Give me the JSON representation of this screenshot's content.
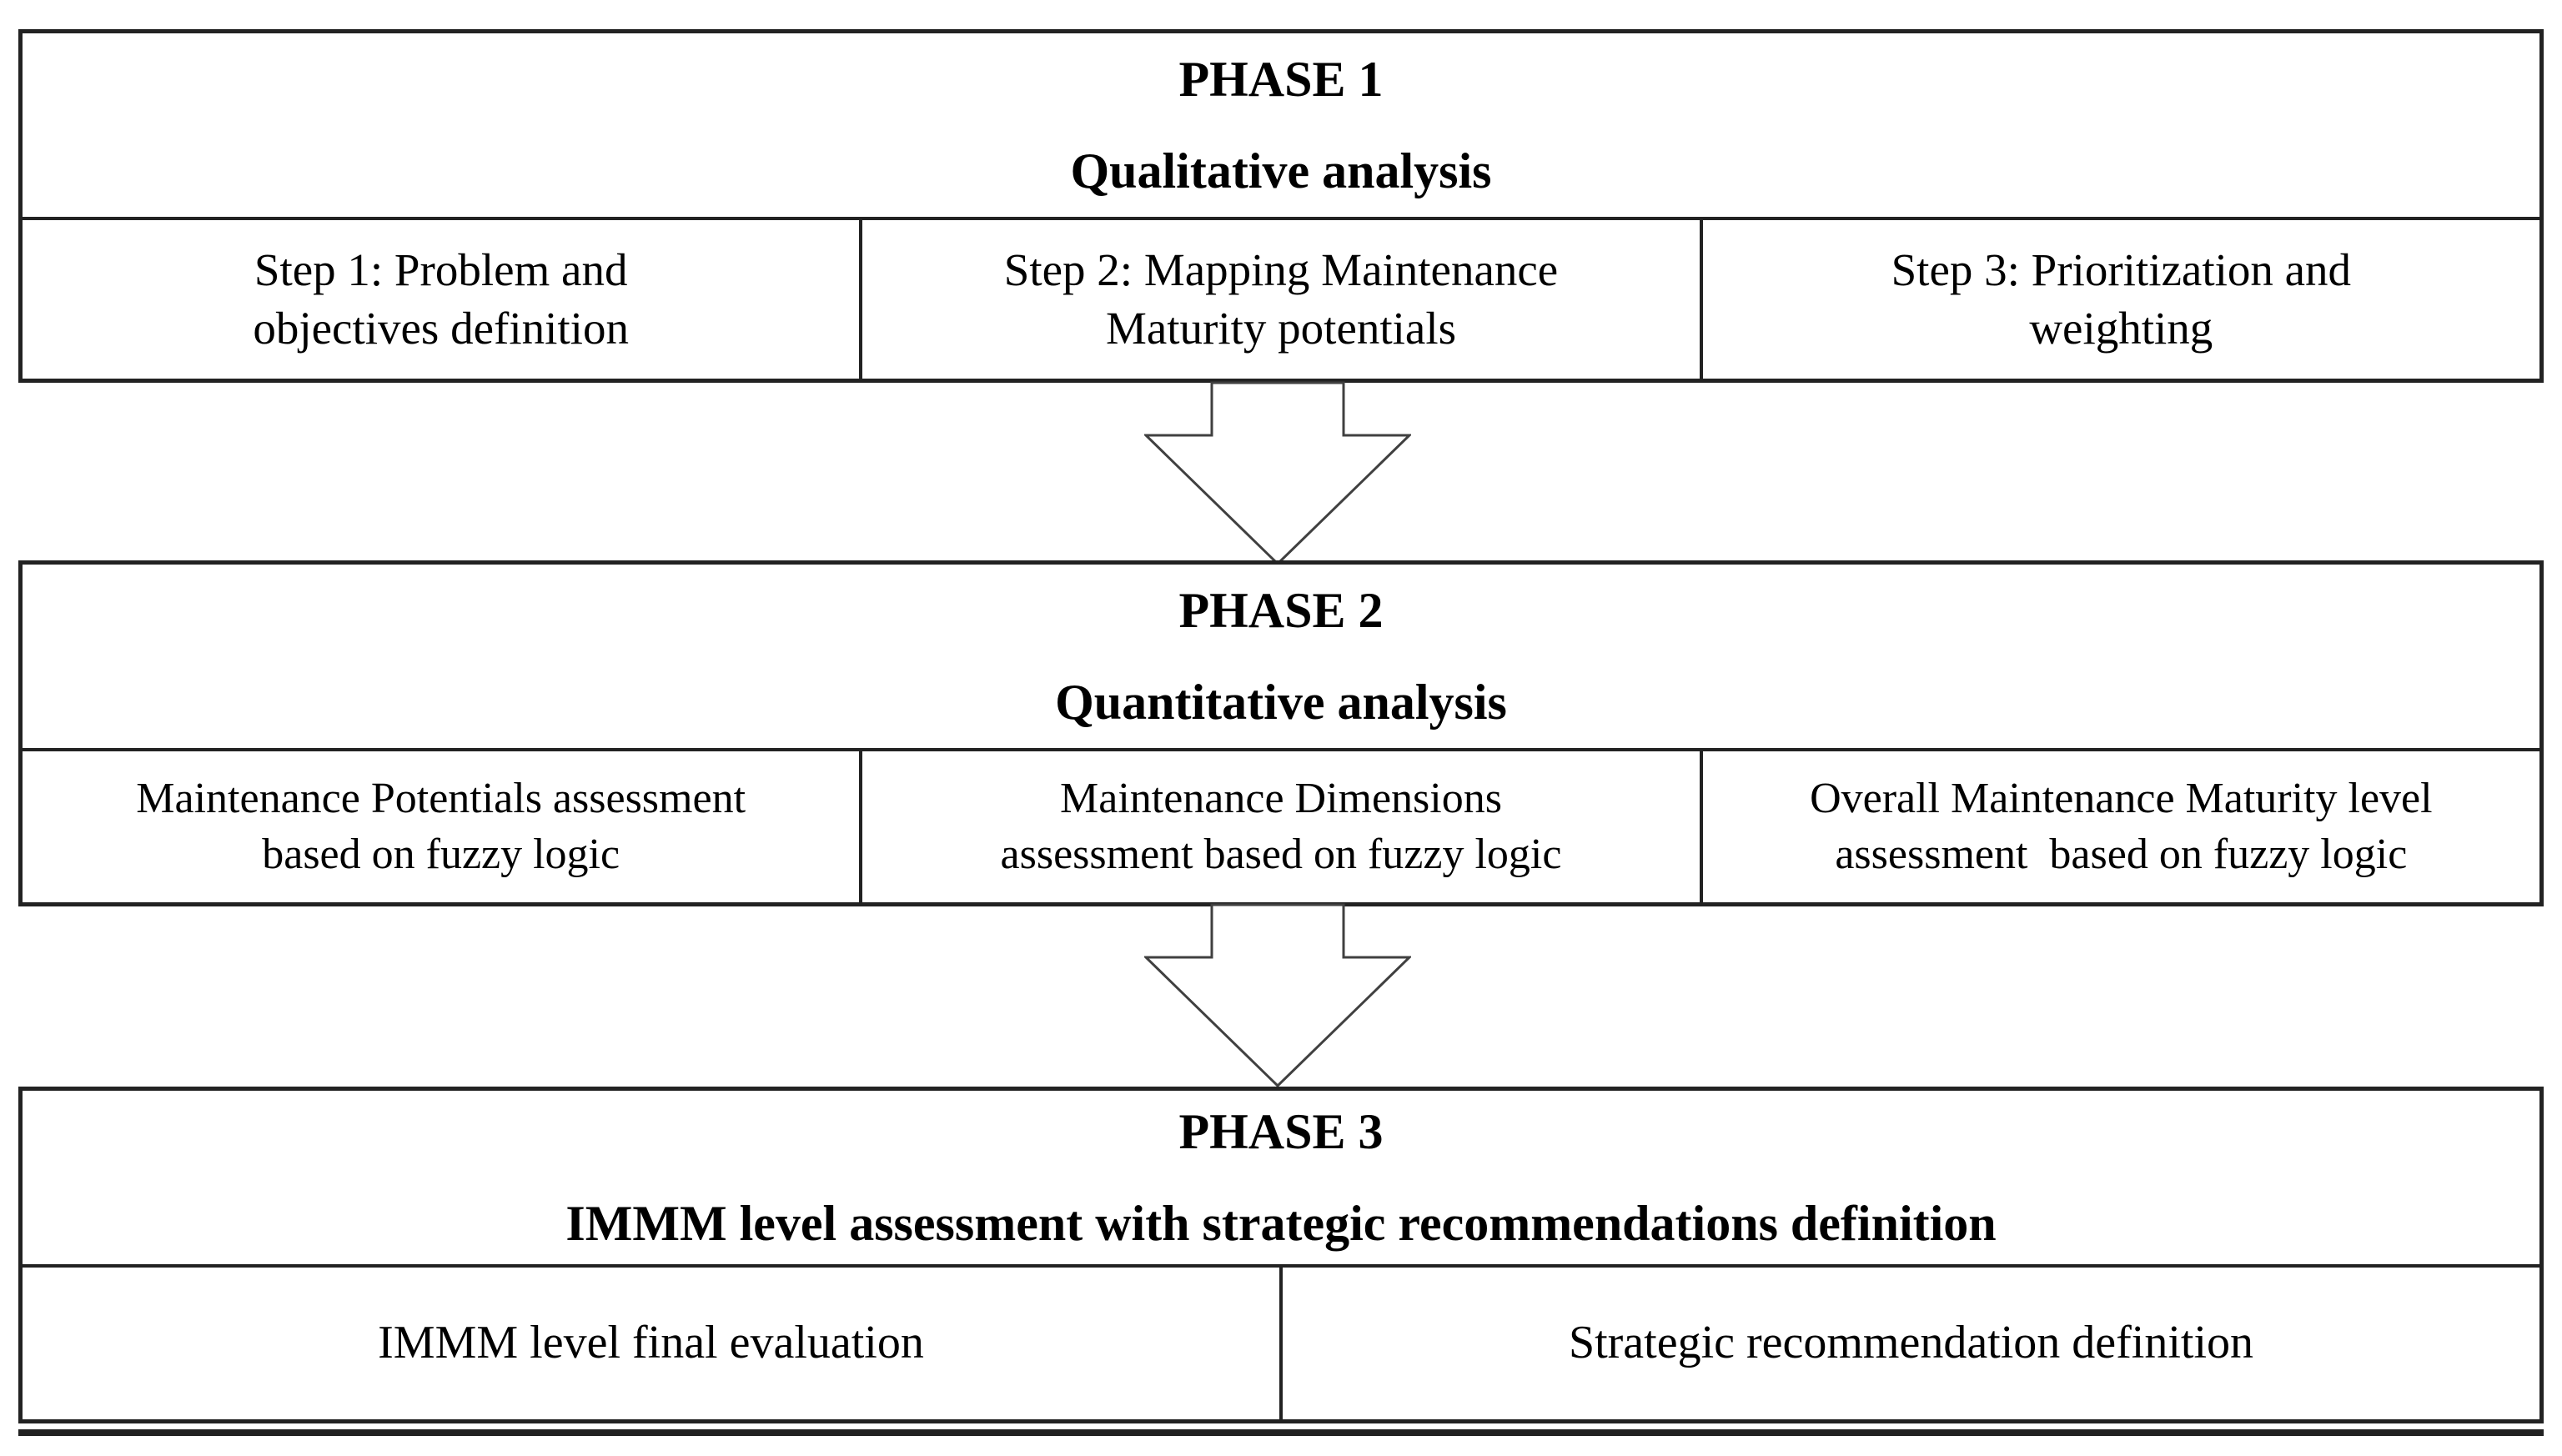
{
  "figure": {
    "type": "flowchart",
    "colors": {
      "background": "#ffffff",
      "line": "#222222",
      "text": "#000000",
      "arrow_fill": "#ffffff",
      "arrow_stroke": "#404040"
    }
  },
  "phases": [
    {
      "title": "PHASE 1",
      "subtitle": "Qualitative analysis",
      "cells": [
        {
          "line1": "Step 1: Problem and",
          "line2": "objectives definition"
        },
        {
          "line1": "Step 2: Mapping Maintenance",
          "line2": "Maturity potentials"
        },
        {
          "line1": "Step 3: Prioritization and",
          "line2": "weighting"
        }
      ]
    },
    {
      "title": "PHASE 2",
      "subtitle": "Quantitative analysis",
      "cells": [
        {
          "line1": "Maintenance Potentials assessment",
          "line2": "based on fuzzy logic"
        },
        {
          "line1": "Maintenance Dimensions",
          "line2": "assessment based on fuzzy logic"
        },
        {
          "line1": "Overall Maintenance Maturity level",
          "line2": "assessment  based on fuzzy logic"
        }
      ]
    },
    {
      "title": "PHASE 3",
      "subtitle": "IMMM level assessment with strategic recommendations definition",
      "cells": [
        {
          "line1": "IMMM level final evaluation"
        },
        {
          "line1": "Strategic recommendation definition"
        }
      ]
    }
  ],
  "connectors": [
    {
      "name": "arrow-phase1-to-phase2",
      "direction": "down"
    },
    {
      "name": "arrow-phase2-to-phase3",
      "direction": "down"
    }
  ]
}
